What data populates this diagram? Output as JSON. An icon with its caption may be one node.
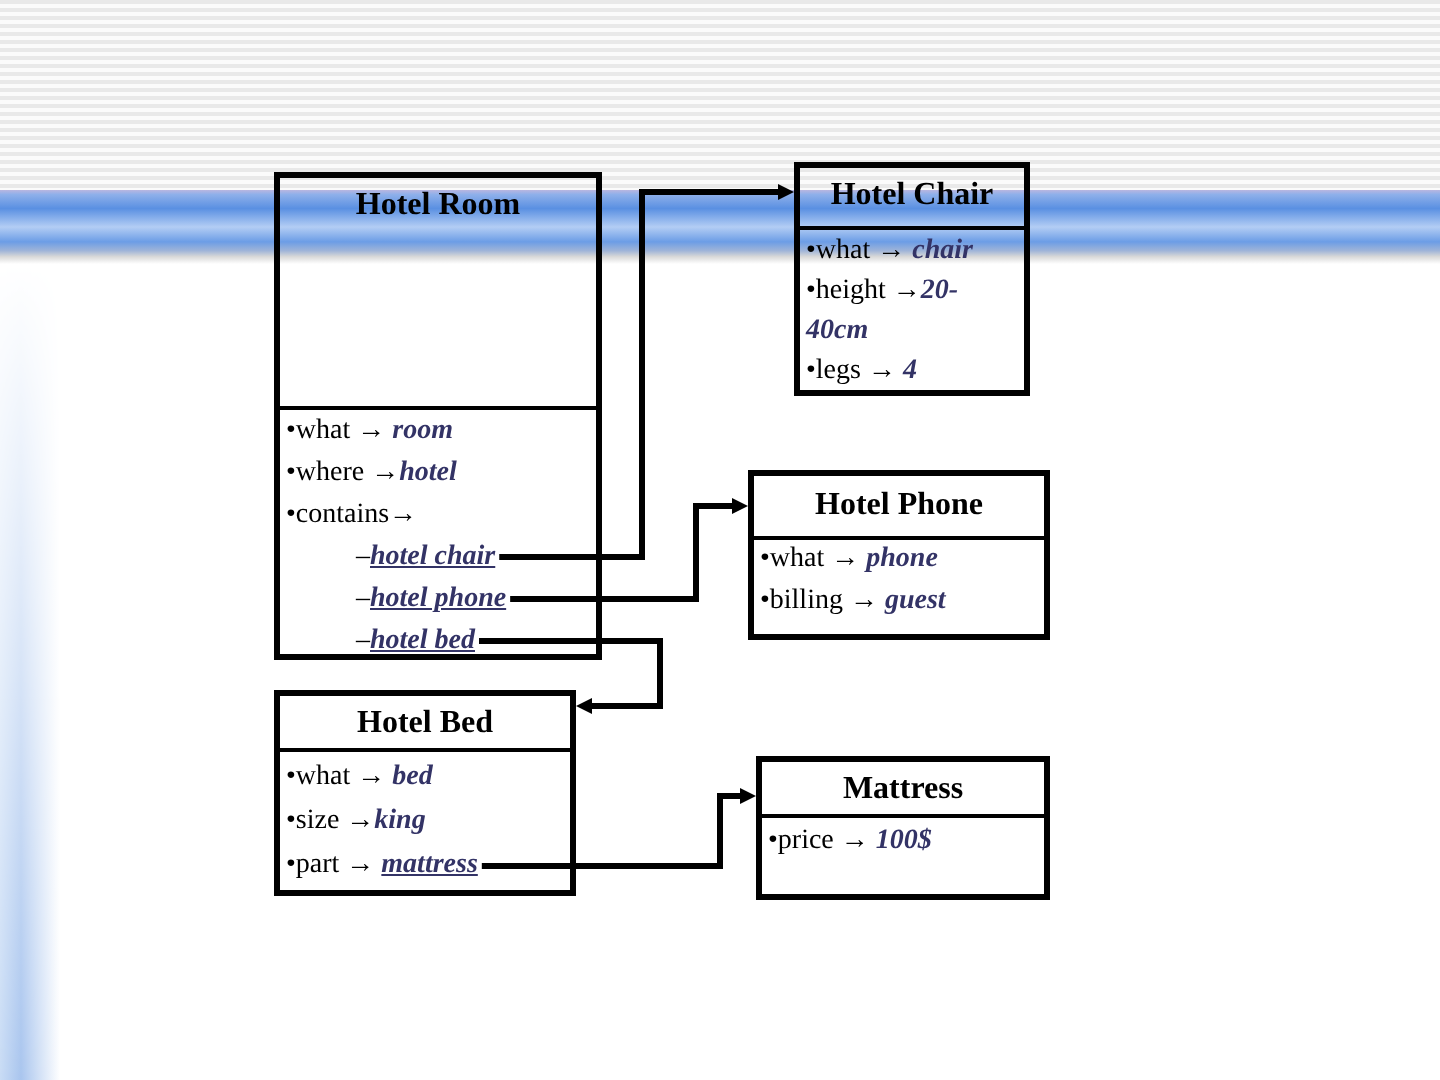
{
  "diagram": {
    "nodes": [
      {
        "text": [
          "Hotel Room",
          "•what → *room*",
          "•where →*hotel*",
          "•contains→"
        ]
      },
      {
        "text": [
          "–*hotel chair*"
        ],
        "in": 0
      },
      {
        "text": [
          "–*hotel phone*"
        ],
        "in": 0
      },
      {
        "text": [
          "–*hotel bed*"
        ],
        "in": 0
      },
      {
        "text": [
          "Hotel Chair",
          "•what → *chair*",
          "•height →*20-40cm*",
          "•legs → *4*"
        ]
      },
      {
        "text": [
          "Hotel Phone",
          "•what → *phone*",
          "•billing → *guest*"
        ]
      },
      {
        "text": [
          "Hotel Bed",
          "•what → *bed*",
          "•size →*king*"
        ]
      },
      {
        "text": [
          "•part → *mattress*"
        ],
        "in": 6
      },
      {
        "text": [
          "Mattress",
          "•price → *100$*"
        ]
      }
    ],
    "edges": [
      {
        "from": 1,
        "to": 4,
        "arrow": "to"
      },
      {
        "from": 2,
        "to": 5,
        "arrow": "to"
      },
      {
        "from": 3,
        "to": 6,
        "arrow": "to"
      },
      {
        "from": 7,
        "to": 8,
        "arrow": "to"
      }
    ]
  }
}
